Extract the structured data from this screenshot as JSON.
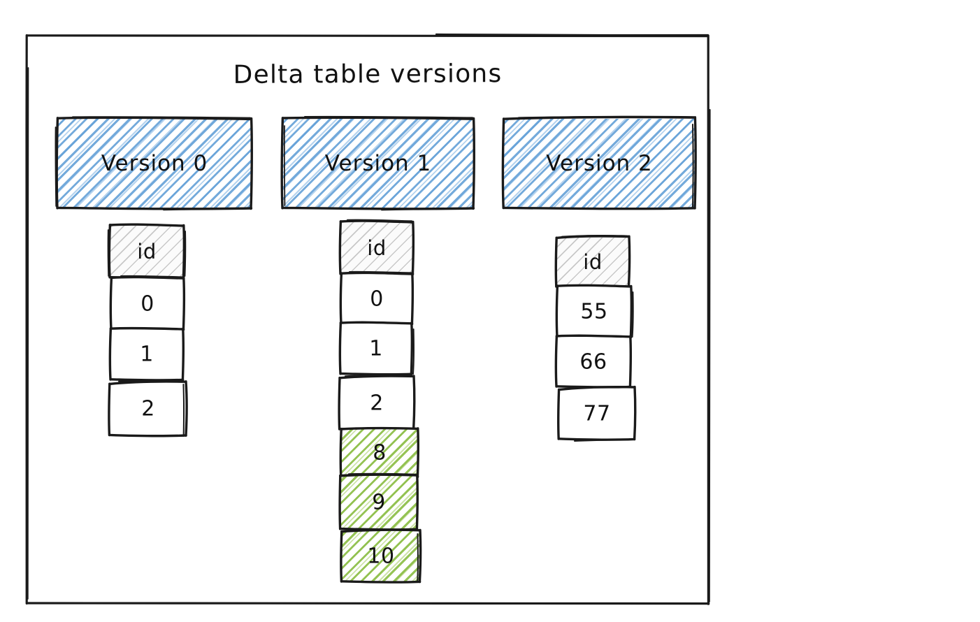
{
  "diagram": {
    "title": "Delta table versions",
    "style": "hand-drawn-whiteboard",
    "colors": {
      "banner_hatch": "#5b9bd5",
      "header_hatch": "#969696",
      "highlight_hatch": "#8cbe46",
      "stroke": "#1a1a1a",
      "background": "#ffffff"
    },
    "columns": [
      {
        "banner_label": "Version 0",
        "table": {
          "column_header": "id",
          "rows": [
            {
              "value": "0",
              "highlighted": false
            },
            {
              "value": "1",
              "highlighted": false
            },
            {
              "value": "2",
              "highlighted": false
            }
          ]
        }
      },
      {
        "banner_label": "Version 1",
        "table": {
          "column_header": "id",
          "rows": [
            {
              "value": "0",
              "highlighted": false
            },
            {
              "value": "1",
              "highlighted": false
            },
            {
              "value": "2",
              "highlighted": false
            },
            {
              "value": "8",
              "highlighted": true
            },
            {
              "value": "9",
              "highlighted": true
            },
            {
              "value": "10",
              "highlighted": true
            }
          ]
        }
      },
      {
        "banner_label": "Version 2",
        "table": {
          "column_header": "id",
          "rows": [
            {
              "value": "55",
              "highlighted": false
            },
            {
              "value": "66",
              "highlighted": false
            },
            {
              "value": "77",
              "highlighted": false
            }
          ]
        }
      }
    ]
  }
}
